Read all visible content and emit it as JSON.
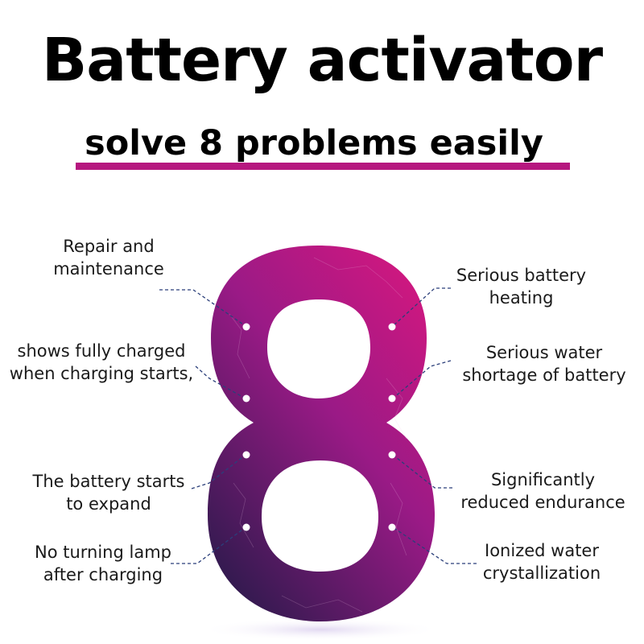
{
  "title": "Battery activator",
  "subtitle": "solve 8 problems easily",
  "colors": {
    "accent": "#b6177f",
    "digit_top": "#c0127e",
    "digit_bottom": "#3a1450",
    "leader": "#2b3f7a"
  },
  "big_digit": "8",
  "problems": {
    "left": [
      {
        "line1": "Repair and",
        "line2": "maintenance"
      },
      {
        "line1": "shows fully charged",
        "line2": "when charging starts,"
      },
      {
        "line1": "The battery starts",
        "line2": "to expand"
      },
      {
        "line1": "No turning lamp",
        "line2": "after charging"
      }
    ],
    "right": [
      {
        "line1": "Serious battery",
        "line2": "heating"
      },
      {
        "line1": "Serious water",
        "line2": "shortage of battery"
      },
      {
        "line1": "Significantly",
        "line2": "reduced endurance"
      },
      {
        "line1": "Ionized water",
        "line2": "crystallization"
      }
    ]
  }
}
